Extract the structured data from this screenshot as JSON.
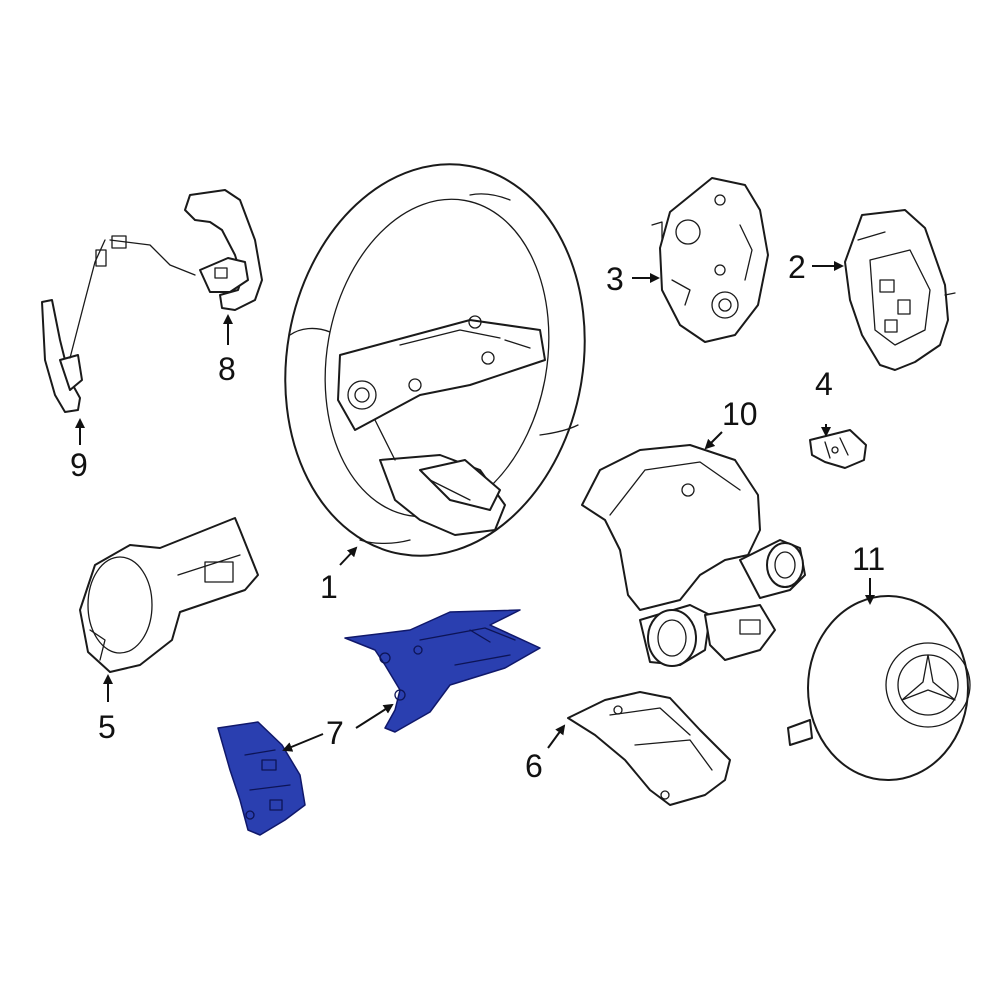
{
  "colors": {
    "background": "#ffffff",
    "line": "#1a1a1a",
    "highlight": "#2a3fb0"
  },
  "callouts": {
    "c1": "1",
    "c2": "2",
    "c3": "3",
    "c4": "4",
    "c5": "5",
    "c6": "6",
    "c7": "7",
    "c8": "8",
    "c9": "9",
    "c10": "10",
    "c11": "11"
  },
  "highlighted_part": "7"
}
